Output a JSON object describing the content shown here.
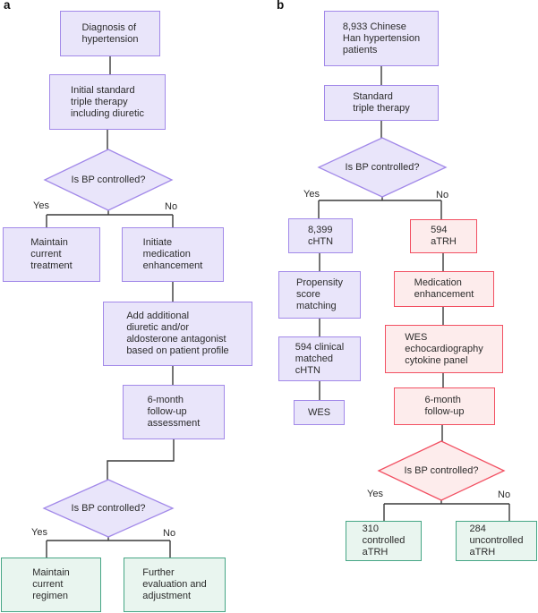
{
  "figure": {
    "panel_a": {
      "label": "a",
      "nodes": {
        "diagnosis": "Diagnosis of\nhypertension",
        "initial_therapy": "Initial standard\ntriple therapy\nincluding diuretic",
        "bp_controlled_1": "Is BP controlled?",
        "maintain_treatment": "Maintain\ncurrent\ntreatment",
        "initiate_enhancement": "Initiate\nmedication\nenhancement",
        "add_diuretic": "Add additional\ndiuretic and/or\naldosterone antagonist\nbased on patient profile",
        "follow_up": "6-month\nfollow-up\nassessment",
        "bp_controlled_2": "Is BP controlled?",
        "maintain_regimen": "Maintain\ncurrent\nregimen",
        "further_evaluation": "Further\nevaluation and\nadjustment"
      },
      "branch_labels": {
        "yes": "Yes",
        "no": "No"
      }
    },
    "panel_b": {
      "label": "b",
      "nodes": {
        "cohort": "8,933 Chinese\nHan hypertension\npatients",
        "standard_therapy": "Standard\ntriple therapy",
        "bp_controlled_1": "Is BP controlled?",
        "chtn": "8,399\ncHTN",
        "atrh": "594\naTRH",
        "propensity": "Propensity\nscore\nmatching",
        "med_enhancement": "Medication\nenhancement",
        "matched_chtn": "594 clinical\nmatched\ncHTN",
        "wes_panel": "WES\nechocardiography\ncytokine panel",
        "wes": "WES",
        "follow_up": "6-month\nfollow-up",
        "bp_controlled_2": "Is BP controlled?",
        "controlled": "310\ncontrolled\naTRH",
        "uncontrolled": "284\nuncontrolled\naTRH"
      },
      "branch_labels": {
        "yes": "Yes",
        "no": "No"
      }
    },
    "colors": {
      "lavender_fill": "#E9E5FA",
      "lavender_border": "#A289E9",
      "red_fill": "#FDECEC",
      "red_border": "#F25062",
      "green_fill": "#E9F5EF",
      "green_border": "#46A685",
      "connector_line": "#3A3A3A",
      "text": "#2B2B2B"
    }
  }
}
